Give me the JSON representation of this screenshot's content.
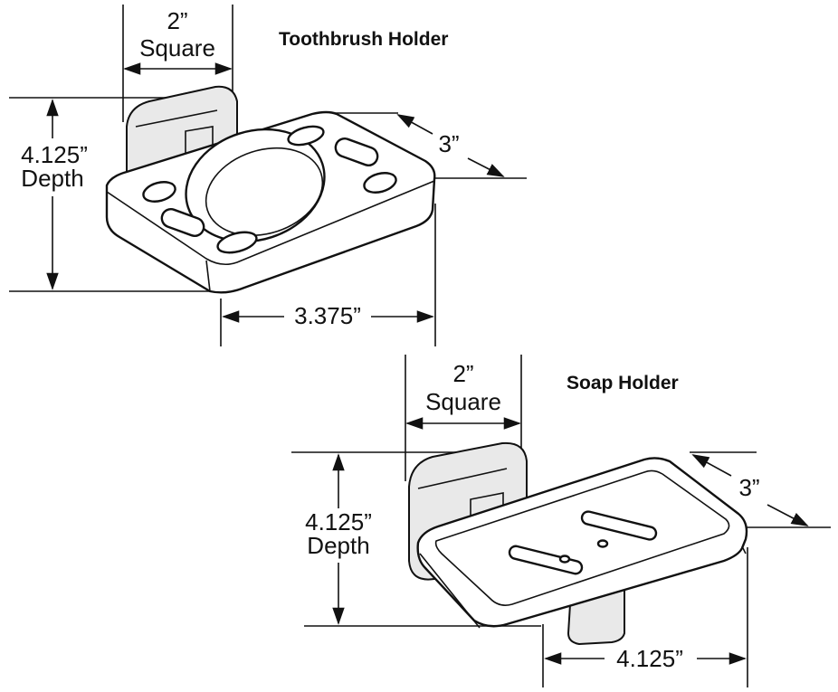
{
  "toothbrush_holder": {
    "title": "Toothbrush Holder",
    "back_plate_size": "2”",
    "back_plate_shape": "Square",
    "depth_value": "4.125”",
    "depth_label": "Depth",
    "height_value": "3”",
    "width_value": "3.375”"
  },
  "soap_holder": {
    "title": "Soap Holder",
    "back_plate_size": "2”",
    "back_plate_shape": "Square",
    "depth_value": "4.125”",
    "depth_label": "Depth",
    "height_value": "3”",
    "width_value": "4.125”"
  }
}
